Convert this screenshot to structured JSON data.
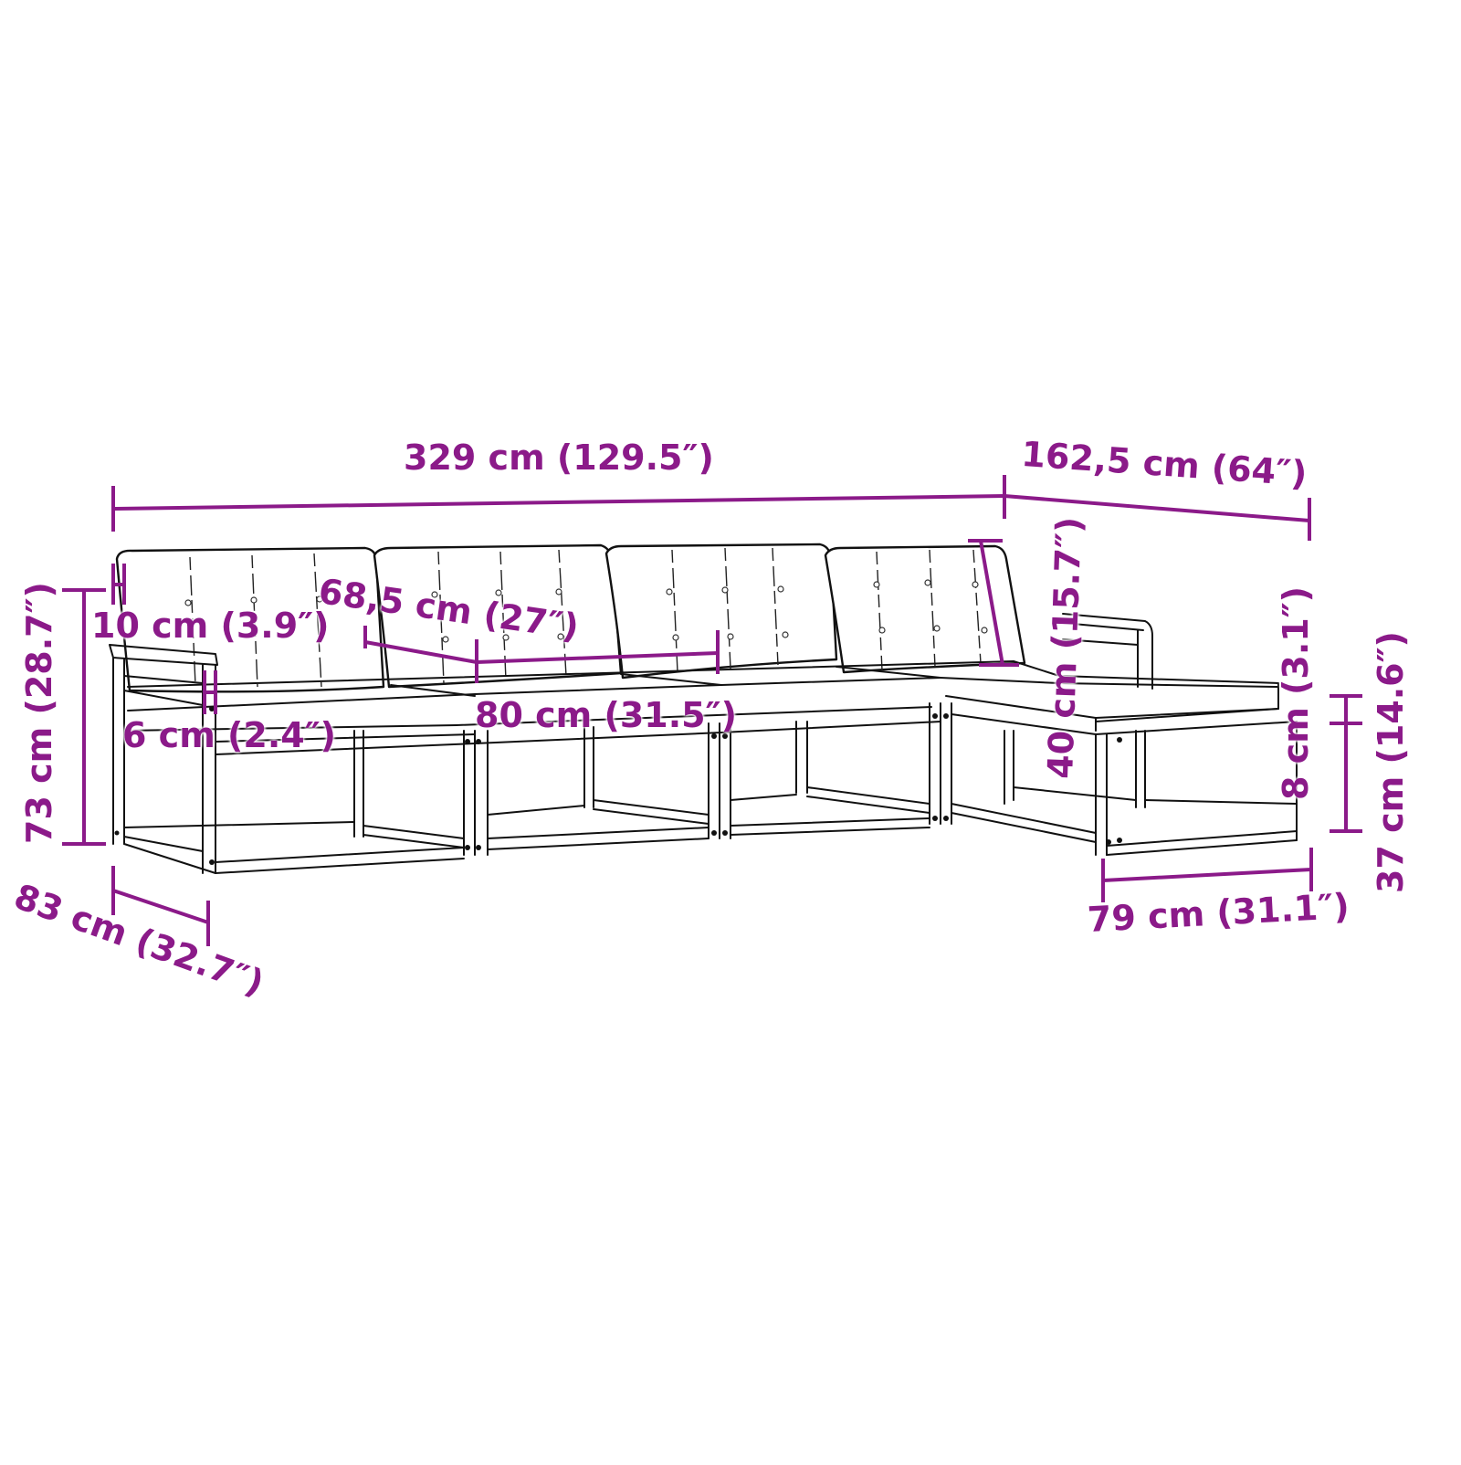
{
  "diagram": {
    "subject": "5-piece modular outdoor sofa set with footstool",
    "colors": {
      "dimension": "#8B1A89",
      "drawing": "#111111",
      "background": "#ffffff"
    },
    "dimensions": {
      "total_width": "329 cm (129.5″)",
      "footstool_extension": "162,5 cm (64″)",
      "total_height": "73 cm (28.7″)",
      "backrest_cushion_thickness": "10 cm (3.9″)",
      "seat_cushion_thickness": "6 cm (2.4″)",
      "seat_depth": "68,5 cm (27″)",
      "module_width": "80 cm (31.5″)",
      "backrest_height": "40 cm (15.7″)",
      "footstool_cushion_thickness": "8 cm (3.1″)",
      "footstool_height": "37 cm (14.6″)",
      "footstool_width": "79 cm (31.1″)",
      "total_depth": "83 cm (32.7″)"
    }
  }
}
